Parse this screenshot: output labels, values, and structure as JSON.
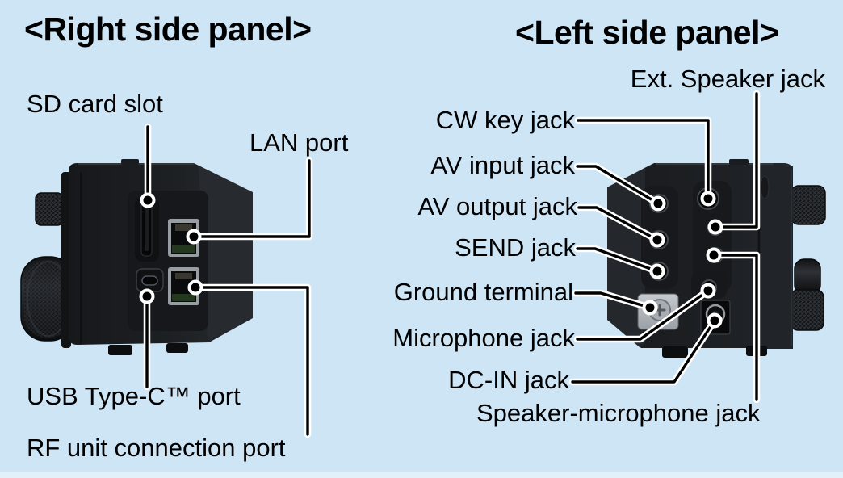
{
  "figure": {
    "background_color": "#cde5f5",
    "bottom_strip_color": "#e2f0fa",
    "leader_line_color": "#000000",
    "leader_line_outline_color": "#ffffff",
    "device_body_color": "#1d2023",
    "text_color": "#000000"
  },
  "right_panel_section": {
    "heading": "<Right side panel>",
    "labels": {
      "sd_card_slot": "SD card slot",
      "lan_port": "LAN port",
      "usb_type_c_port": "USB Type-C™ port",
      "rf_unit_connection_port": "RF unit connection port"
    }
  },
  "left_panel_section": {
    "heading": "<Left side panel>",
    "labels": {
      "ext_speaker_jack": "Ext. Speaker jack",
      "cw_key_jack": "CW key jack",
      "av_input_jack": "AV input jack",
      "av_output_jack": "AV output jack",
      "send_jack": "SEND jack",
      "ground_terminal": "Ground terminal",
      "microphone_jack": "Microphone jack",
      "dc_in_jack": "DC-IN jack",
      "speaker_microphone_jack": "Speaker-microphone jack"
    }
  }
}
